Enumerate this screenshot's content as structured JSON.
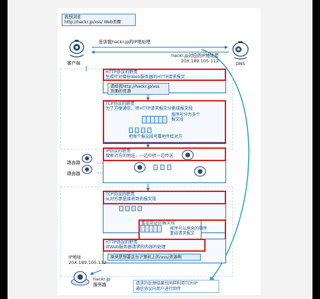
{
  "client": {
    "speech": [
      "我想浏览",
      "http://hackr.jp/xss/ Web页面"
    ],
    "label": "客户端"
  },
  "dns": {
    "label": "DNS",
    "query": "告诉我hackr.jp的IP地址吧",
    "reply": [
      "hackr.jp对应的IP地址是",
      "20X.189.105.112"
    ]
  },
  "http_client": {
    "title": "HTTP协议的职责",
    "desc": "生成针对目标Web服务器的HTTP请求报文",
    "request": [
      "请给我http://hackr.jp/xss",
      "页面的资源"
    ]
  },
  "tcp_client": {
    "title": "TCP协议的职责",
    "desc": "为了方便通信，将HTTP请求报文分割成报文段",
    "seq_note": [
      "按序号分为多个",
      "报文段"
    ],
    "reliable": "把每个报文段可靠地传给对方"
  },
  "ip": {
    "title": "IP协议的职责",
    "desc": "搜索对方的地址，一边中转一边传送"
  },
  "router_label": "路由器",
  "tcp_server": {
    "title": "TCP协议的职责",
    "desc": "从对方那里接收到的报文段",
    "reassemble": "重组到达的报文段",
    "seq_note": [
      "按序号以原来的顺序",
      "重组请求报文"
    ]
  },
  "http_server": {
    "title": "HTTP协议的职责",
    "desc": "对Web服务器请求的内容的处理",
    "resource": "原来是想要这台计算机上的/xss/资源啊"
  },
  "server": {
    "ip_label": [
      "IP地址",
      "20X.189.105.112"
    ],
    "name": [
      "hackr.jp",
      "服务器"
    ],
    "result": [
      "请求的处理结果也同样利用TCP/IP",
      "通信协议向用户进行回传"
    ]
  }
}
